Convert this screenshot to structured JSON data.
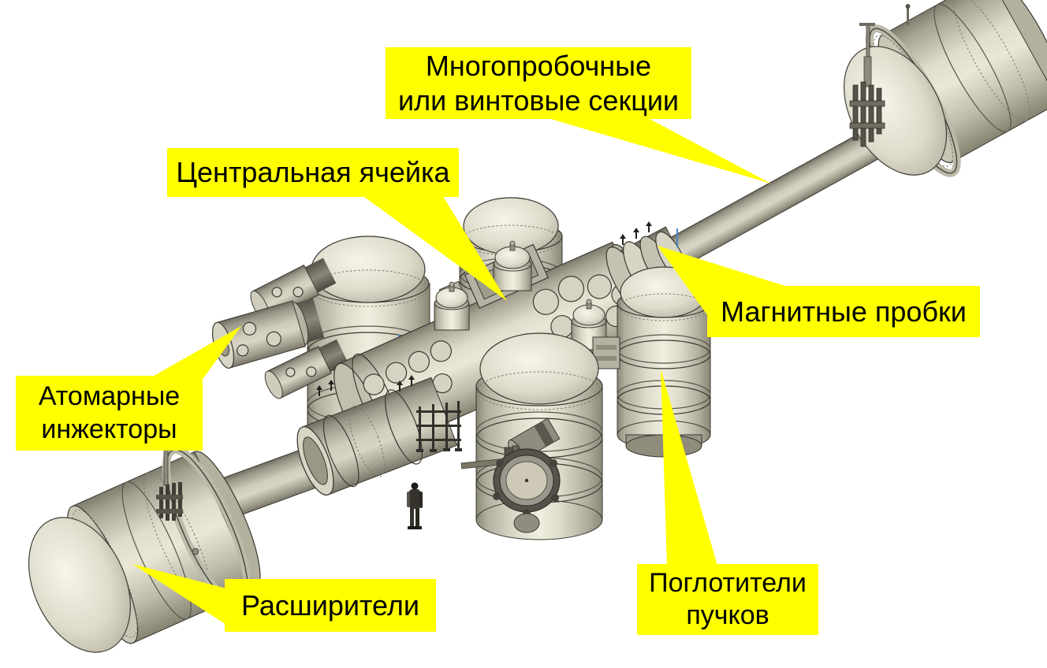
{
  "diagram": {
    "background": "#ffffff",
    "callout_bg": "#ffff00",
    "callout_text_color": "#000000",
    "labels": {
      "multi_mirror_sections": "Многопробочные\nили винтовые секции",
      "central_cell": "Центральная ячейка",
      "magnetic_mirrors": "Магнитные пробки",
      "atomic_injectors": "Атомарные\nинжекторы",
      "expanders": "Расширители",
      "beam_dumps": "Поглотители\nпучков"
    },
    "render_colors": {
      "metal_highlight": "#f0eede",
      "metal_mid": "#cfccbb",
      "metal_shadow": "#8a8776",
      "outline": "#3a3a32",
      "accent_line": "#4a86c8"
    }
  }
}
